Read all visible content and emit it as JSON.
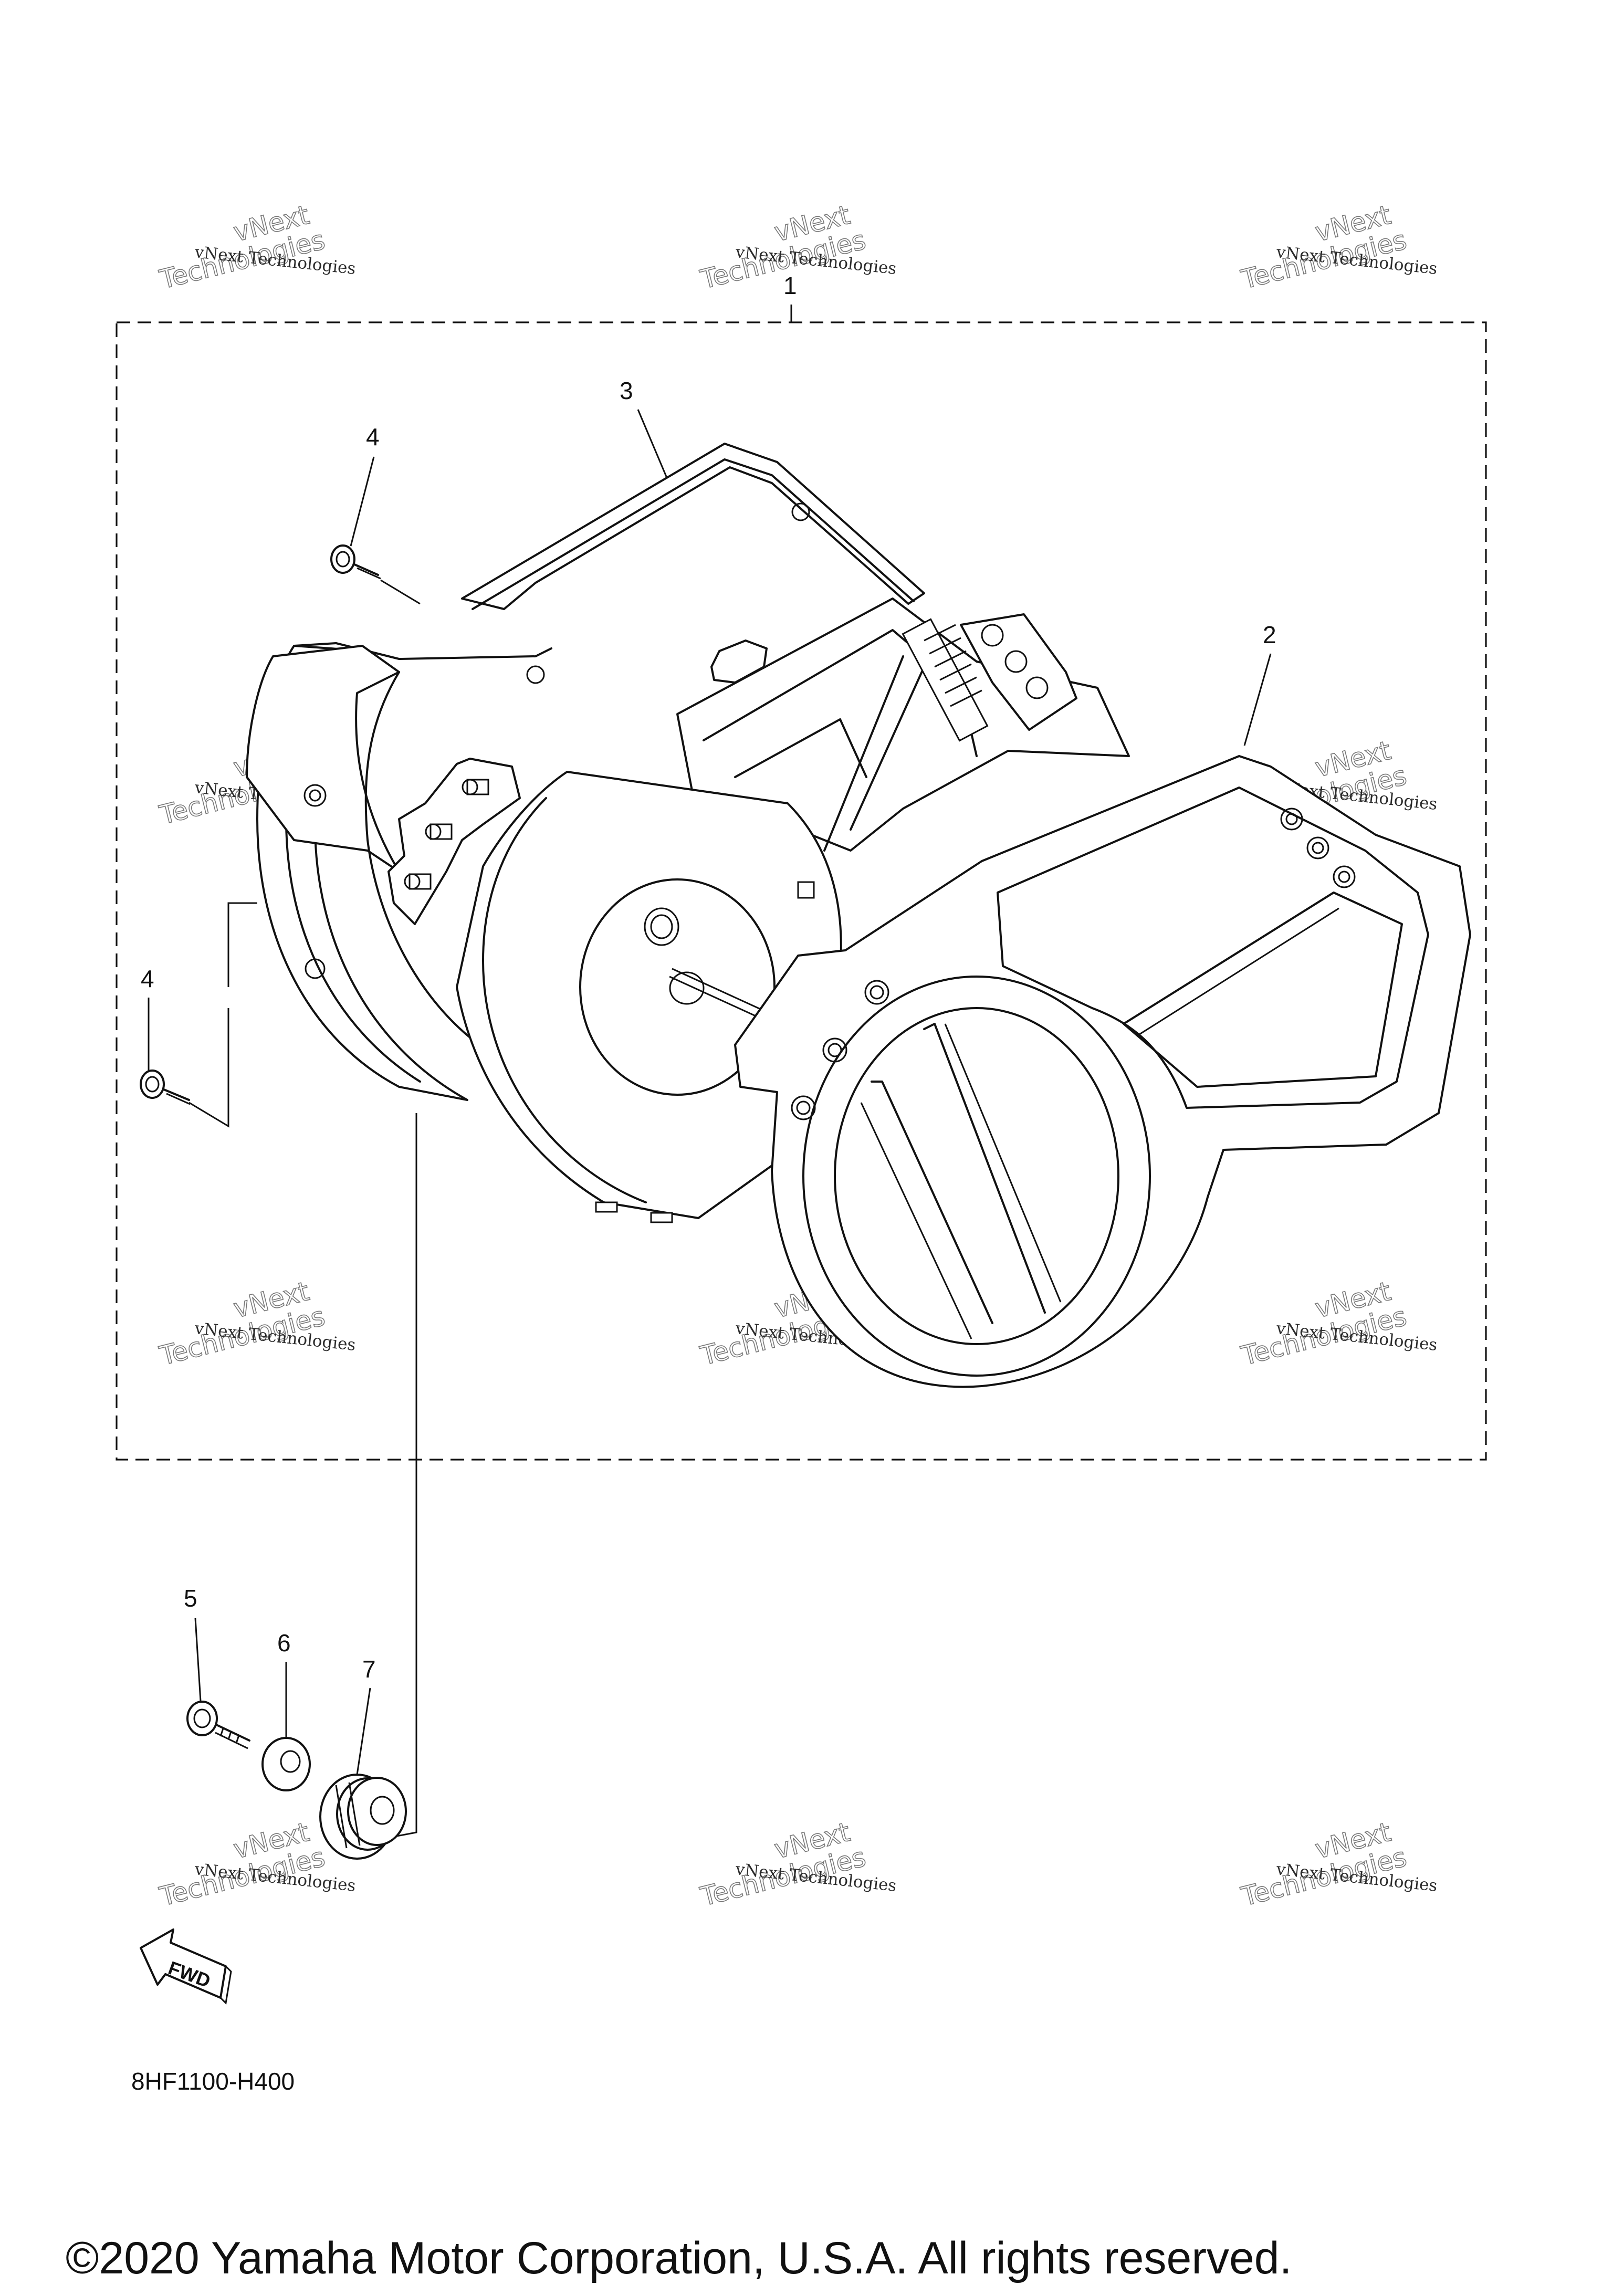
{
  "diagram": {
    "callouts": [
      "1",
      "3",
      "4",
      "2",
      "4",
      "5",
      "6",
      "7"
    ],
    "direction_arrow_label": "FWD",
    "diagram_code": "8HF1100-H400",
    "copyright": "©2020 Yamaha Motor Corporation, U.S.A. All rights reserved."
  },
  "watermark": {
    "line1": "vNext Technologies",
    "line2": "vNext",
    "line3": "Technologies"
  },
  "parts": {
    "meter_assembly": "1",
    "meter_case_upper": "2",
    "meter_case_lower": "3",
    "screw_a": "4",
    "screw_b": "5",
    "washer": "6",
    "grommet": "7"
  }
}
